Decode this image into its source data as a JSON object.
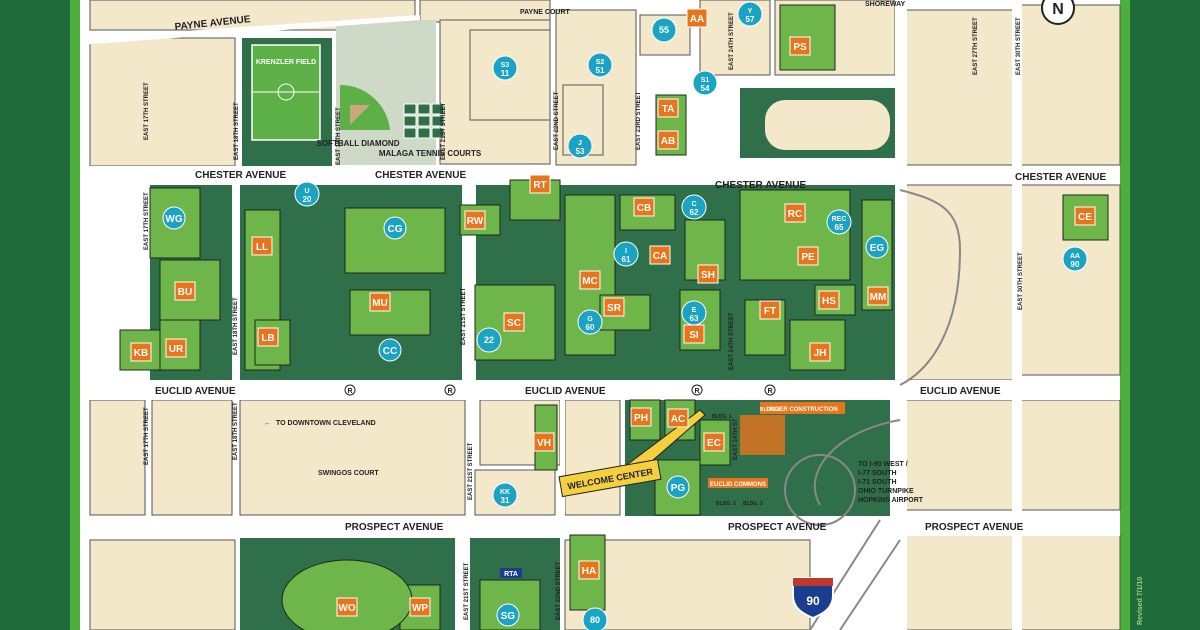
{
  "colors": {
    "frame": "#1f6b3a",
    "frame_inner": "#2e8b3e",
    "block": "#f3e8c9",
    "road": "#ffffff",
    "green": "#6fb64a",
    "dark_green": "#2f6f4a",
    "building_shadow": "#1b2a1b",
    "label_orange": "#e8741c",
    "label_teal": "#1aa3c2"
  },
  "avenues": {
    "payne": "PAYNE AVENUE",
    "payne_court": "PAYNE COURT",
    "chester_left": "CHESTER AVENUE",
    "chester_mid": "CHESTER AVENUE",
    "chester_center": "CHESTER AVENUE",
    "chester_right": "CHESTER AVENUE",
    "euclid_left": "EUCLID AVENUE",
    "euclid_mid": "EUCLID AVENUE",
    "euclid_right": "EUCLID AVENUE",
    "prospect_left": "PROSPECT AVENUE",
    "prospect_mid": "PROSPECT AVENUE",
    "prospect_right": "PROSPECT AVENUE",
    "swingos": "SWINGOS COURT",
    "shoreway": "SHOREWAY"
  },
  "streets": {
    "e17": "EAST 17TH STREET",
    "e18": "EAST 18TH STREET",
    "e19": "EAST 19TH STREET",
    "e21": "EAST 21ST STREET",
    "e22": "EAST 22ND STREET",
    "e23": "EAST 23RD STREET",
    "e24": "EAST 24TH STREET",
    "e24_st": "EAST 24TH ST",
    "e27": "EAST 27TH STREET",
    "e30": "EAST 30TH STREET"
  },
  "places": {
    "krenzler": "KRENZLER FIELD",
    "softball": "SOFTBALL DIAMOND",
    "malaga": "MALAGA TENNIS COURTS",
    "welcome": "WELCOME CENTER",
    "euclid_commons": "EUCLID COMMONS",
    "under_construction": "UNDER CONSTRUCTION",
    "to_downtown": "TO DOWNTOWN CLEVELAND",
    "highways": [
      "TO I-90 WEST /",
      "I-77 SOUTH",
      "I-71 SOUTH",
      "OHIO TURNPIKE",
      "HOPKINS AIRPORT"
    ],
    "interstate": "90",
    "rta": "RTA",
    "revised": "Revised 7/1/10"
  },
  "buildings": [
    {
      "code": "KRENZLER",
      "kind": "none"
    },
    {
      "code": "PS",
      "kind": "orange"
    },
    {
      "code": "AA",
      "kind": "orange"
    },
    {
      "code": "TA",
      "kind": "orange"
    },
    {
      "code": "AB",
      "kind": "orange"
    },
    {
      "code": "RT",
      "kind": "orange"
    },
    {
      "code": "WG",
      "kind": "teal"
    },
    {
      "code": "LL",
      "kind": "orange"
    },
    {
      "code": "CG",
      "kind": "teal"
    },
    {
      "code": "RW",
      "kind": "orange"
    },
    {
      "code": "CB",
      "kind": "orange"
    },
    {
      "code": "RC",
      "kind": "orange"
    },
    {
      "code": "CE",
      "kind": "orange"
    },
    {
      "code": "MC",
      "kind": "orange"
    },
    {
      "code": "CA",
      "kind": "orange"
    },
    {
      "code": "SH",
      "kind": "orange"
    },
    {
      "code": "PE",
      "kind": "orange"
    },
    {
      "code": "EG",
      "kind": "teal"
    },
    {
      "code": "BU",
      "kind": "orange"
    },
    {
      "code": "MU",
      "kind": "orange"
    },
    {
      "code": "SC",
      "kind": "orange"
    },
    {
      "code": "SR",
      "kind": "orange"
    },
    {
      "code": "FT",
      "kind": "orange"
    },
    {
      "code": "HS",
      "kind": "orange"
    },
    {
      "code": "MM",
      "kind": "orange"
    },
    {
      "code": "KB",
      "kind": "orange"
    },
    {
      "code": "UR",
      "kind": "orange"
    },
    {
      "code": "LB",
      "kind": "orange"
    },
    {
      "code": "CC",
      "kind": "teal"
    },
    {
      "code": "SI",
      "kind": "orange"
    },
    {
      "code": "JH",
      "kind": "orange"
    },
    {
      "code": "PH",
      "kind": "orange"
    },
    {
      "code": "AC",
      "kind": "orange"
    },
    {
      "code": "EC",
      "kind": "orange"
    },
    {
      "code": "VH",
      "kind": "orange"
    },
    {
      "code": "PG",
      "kind": "teal"
    },
    {
      "code": "HA",
      "kind": "orange"
    },
    {
      "code": "WO",
      "kind": "orange"
    },
    {
      "code": "WP",
      "kind": "orange"
    },
    {
      "code": "SG",
      "kind": "teal"
    }
  ],
  "parking": [
    {
      "top": "S3",
      "bottom": "11"
    },
    {
      "top": "S2",
      "bottom": "51"
    },
    {
      "top": "55",
      "bottom": ""
    },
    {
      "top": "Y",
      "bottom": "57"
    },
    {
      "top": "S1",
      "bottom": "54"
    },
    {
      "top": "J",
      "bottom": "53"
    },
    {
      "top": "U",
      "bottom": "20"
    },
    {
      "top": "C",
      "bottom": "62"
    },
    {
      "top": "REC",
      "bottom": "65"
    },
    {
      "top": "I",
      "bottom": "61"
    },
    {
      "top": "AA",
      "bottom": "90"
    },
    {
      "top": "G",
      "bottom": "60"
    },
    {
      "top": "E",
      "bottom": "63"
    },
    {
      "top": "22",
      "bottom": ""
    },
    {
      "top": "KK",
      "bottom": "31"
    },
    {
      "top": "80",
      "bottom": ""
    }
  ],
  "bldg_small": {
    "bldg1": "BLDG. 1",
    "bldg2": "BLDG. 2",
    "bldg3": "BLDG. 3",
    "bldg4": "BLDG. 4"
  },
  "compass": "N",
  "rapid": "R"
}
